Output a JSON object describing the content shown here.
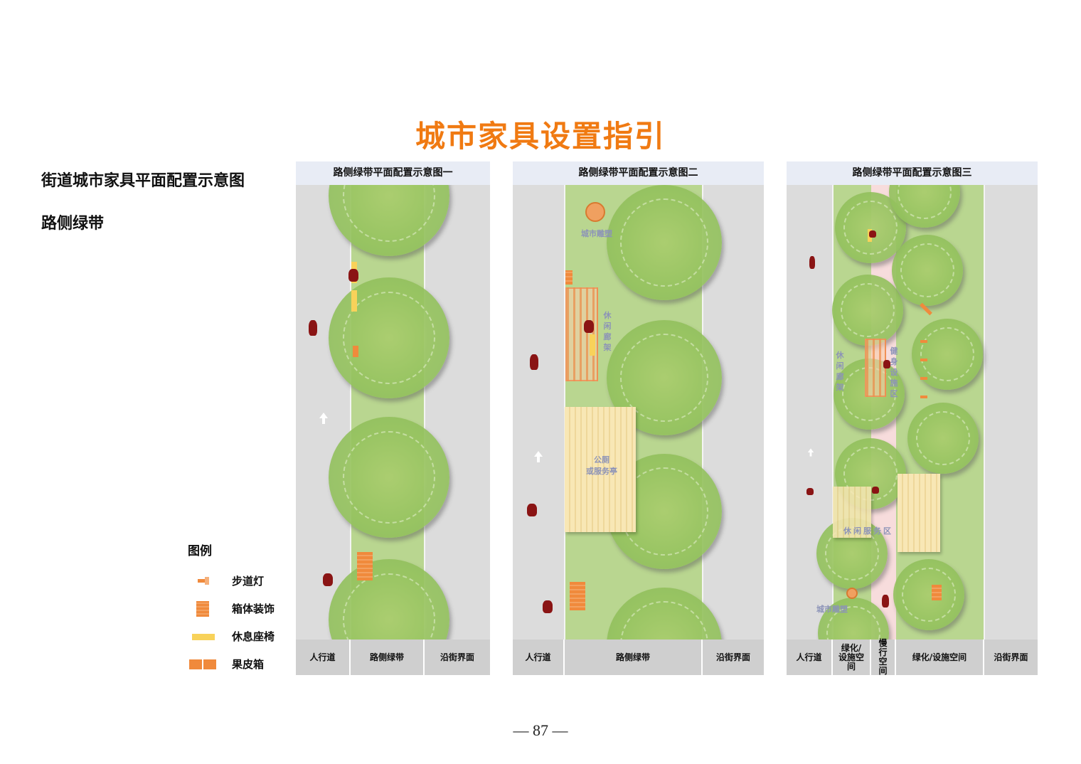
{
  "title": "城市家具设置指引",
  "section_title": "街道城市家具平面配置示意图",
  "sub_title": "路侧绿带",
  "legend": {
    "heading": "图例",
    "items": [
      {
        "label": "步道灯",
        "icon": "lamp-icon"
      },
      {
        "label": "箱体装饰",
        "icon": "box-decoration-icon"
      },
      {
        "label": "休息座椅",
        "icon": "bench-icon"
      },
      {
        "label": "果皮箱",
        "icon": "trash-bin-icon"
      }
    ]
  },
  "panels": [
    {
      "title": "路侧绿带平面配置示意图一",
      "footer": [
        "人行道",
        "路侧绿带",
        "沿街界面"
      ]
    },
    {
      "title": "路侧绿带平面配置示意图二",
      "labels": {
        "sculpture": "城市雕塑",
        "pergola": "休闲廊架",
        "kiosk_line1": "公厕",
        "kiosk_line2": "或服务亭"
      },
      "footer": [
        "人行道",
        "路侧绿带",
        "沿街界面"
      ]
    },
    {
      "title": "路侧绿带平面配置示意图三",
      "labels": {
        "pergola": "休闲廊架",
        "fitness": "健身设施区",
        "rest_service": "休闲服务区",
        "sculpture": "城市雕塑"
      },
      "footer": [
        "人行道",
        "绿化/设施空间",
        "慢行空间",
        "绿化/设施空间",
        "沿街界面"
      ]
    }
  ],
  "page_number": "— 87 —",
  "colors": {
    "title_orange": "#f07a12",
    "green_strip": "#b9d690",
    "tree_green": "#96c35f",
    "sidewalk_gray": "#dcdcdc",
    "header_blue": "#e8ecf5",
    "pink_path": "#f7dcdc",
    "label_blue": "#8c93b8"
  }
}
